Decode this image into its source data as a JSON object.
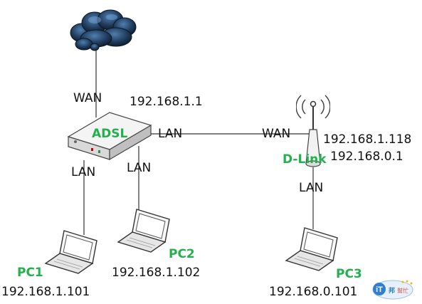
{
  "links": {
    "wan_top": "WAN",
    "lan_right": "LAN",
    "wan_right": "WAN",
    "lan_pc1": "LAN",
    "lan_pc2": "LAN",
    "lan_pc3": "LAN"
  },
  "adsl": {
    "name": "ADSL",
    "ip": "192.168.1.1"
  },
  "dlink": {
    "name": "D-Link",
    "wan_ip": "192.168.1.118",
    "lan_ip": "192.168.0.1"
  },
  "pcs": [
    {
      "name": "PC1",
      "ip": "192.168.1.101"
    },
    {
      "name": "PC2",
      "ip": "192.168.1.102"
    },
    {
      "name": "PC3",
      "ip": "192.168.0.101"
    }
  ],
  "colors": {
    "device_label": "#22b14c",
    "cloud": "#1f3a5a",
    "line": "#333333"
  },
  "icons": {
    "internet": "cloud-icon",
    "modem": "adsl-modem-icon",
    "router": "wireless-router-icon",
    "laptop": "laptop-icon"
  },
  "watermark": "iT邦幫忙"
}
